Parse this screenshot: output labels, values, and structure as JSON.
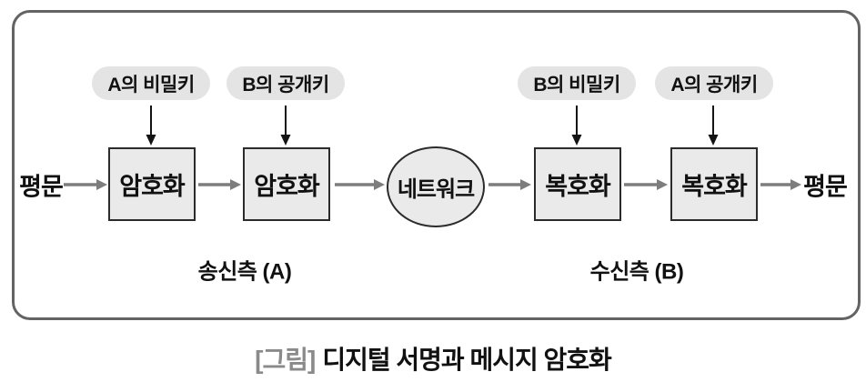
{
  "diagram": {
    "keys": [
      {
        "label": "A의 비밀키"
      },
      {
        "label": "B의 공개키"
      },
      {
        "label": "B의 비밀키"
      },
      {
        "label": "A의 공개키"
      }
    ],
    "input_label": "평문",
    "output_label": "평문",
    "nodes": [
      {
        "shape": "box",
        "label": "암호화"
      },
      {
        "shape": "box",
        "label": "암호화"
      },
      {
        "shape": "ellipse",
        "label": "네트워크"
      },
      {
        "shape": "box",
        "label": "복호화"
      },
      {
        "shape": "box",
        "label": "복호화"
      }
    ],
    "sections": [
      {
        "label": "송신측 (A)"
      },
      {
        "label": "수신측 (B)"
      }
    ],
    "caption": {
      "prefix": "[그림]",
      "text": "디지털 서명과 메시지 암호화"
    },
    "colors": {
      "node_fill": "#eaeaea",
      "pill_fill": "#e4e4e4",
      "node_border": "#2b2b2b",
      "frame_border": "#636363",
      "flow_arrow": "#7d7d7d",
      "key_arrow": "#141414",
      "caption_prefix": "#8a8a8a",
      "text": "#111111"
    }
  }
}
